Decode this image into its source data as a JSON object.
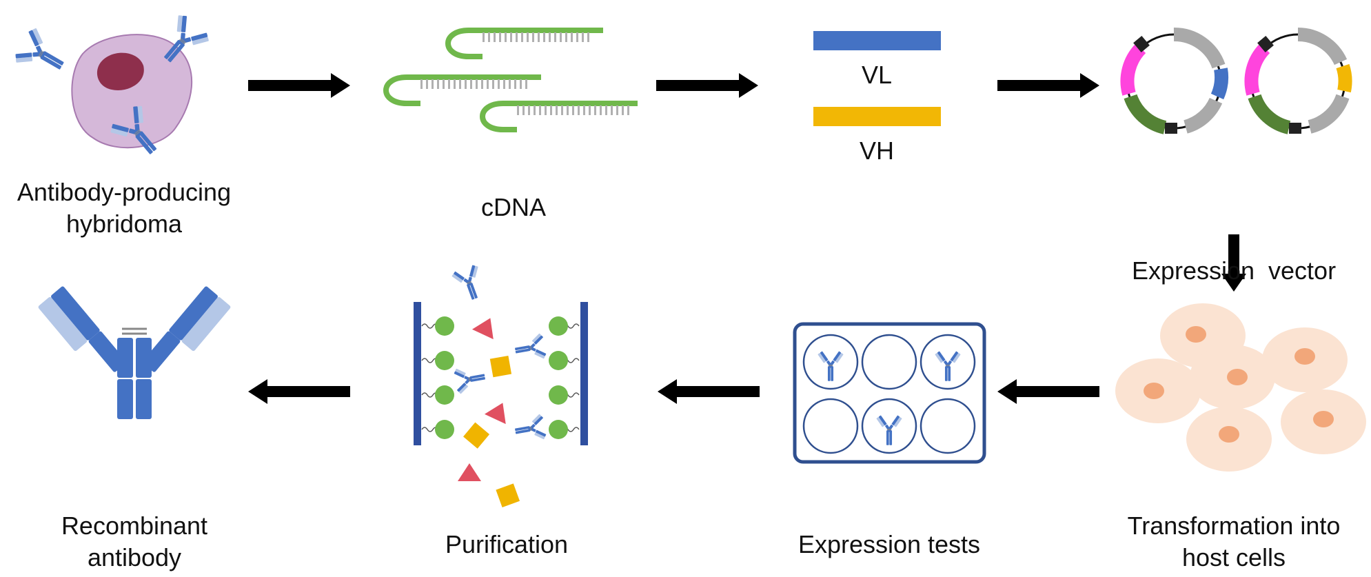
{
  "colors": {
    "antibody_dark": "#4472c4",
    "antibody_light": "#b4c7e7",
    "cell_fill": "#d5b8d9",
    "nucleus": "#8e2f4c",
    "cdna_green": "#70b84b",
    "cdna_gray": "#b0b0b0",
    "vl_bar": "#4472c4",
    "vh_bar": "#f2b705",
    "vector_magenta": "#ff44dd",
    "vector_green": "#548235",
    "vector_gray": "#a9a9a9",
    "host_cell": "#fbe3d2",
    "host_nucleus": "#f2a77a",
    "plate_blue": "#2f4f8f",
    "column_blue": "#2f4f9f",
    "bead_green": "#70b84b",
    "contaminant_red": "#e05060",
    "contaminant_yellow": "#f0b400",
    "arrow": "#000000"
  },
  "steps": [
    {
      "id": "hybridoma",
      "lines": [
        "Antibody-producing",
        "hybridoma"
      ]
    },
    {
      "id": "cdna",
      "lines": [
        "cDNA"
      ]
    },
    {
      "id": "vl-vh",
      "bars": [
        "VL",
        "VH"
      ]
    },
    {
      "id": "expression-vector",
      "lines": [
        "Expression  vector"
      ]
    },
    {
      "id": "host-cells",
      "lines": [
        "Transformation into",
        "host cells"
      ]
    },
    {
      "id": "expression-tests",
      "lines": [
        "Expression tests"
      ]
    },
    {
      "id": "purification",
      "lines": [
        "Purification"
      ]
    },
    {
      "id": "recombinant",
      "lines": [
        "Recombinant",
        "antibody"
      ]
    }
  ],
  "arrows": [
    "right",
    "right",
    "right",
    "down",
    "left",
    "left",
    "left"
  ]
}
